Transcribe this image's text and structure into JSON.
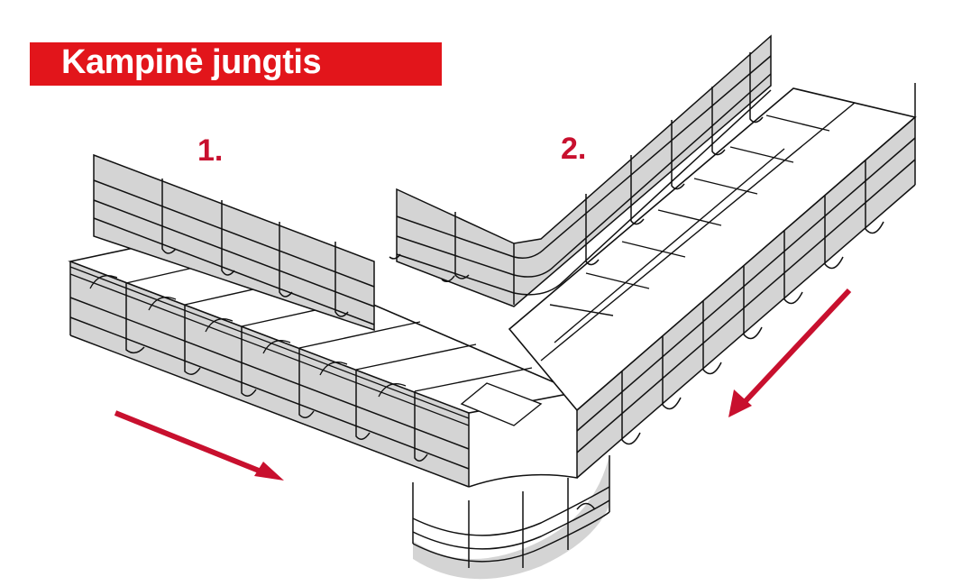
{
  "title": "Kampinė jungtis",
  "steps": [
    {
      "label": "1."
    },
    {
      "label": "2."
    }
  ],
  "colors": {
    "title_banner": "#e2151b",
    "title_text": "#ffffff",
    "step_label": "#c8102e",
    "arrow": "#c8102e",
    "wire": "#111111",
    "shade": "#d4d4d4"
  }
}
